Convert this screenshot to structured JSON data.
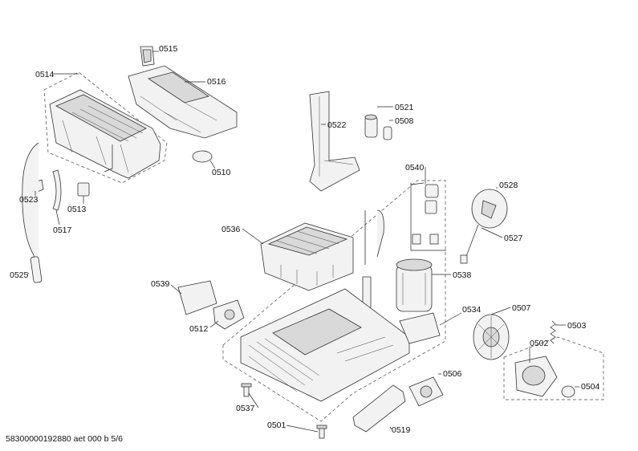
{
  "footer": "58300000192880 aet 000 b 5/6",
  "labels": {
    "p0515": "0515",
    "p0514": "0514",
    "p0516": "0516",
    "p0510": "0510",
    "p0523": "0523",
    "p0513": "0513",
    "p0517": "0517",
    "p0525": "0525",
    "p0521": "0521",
    "p0508": "0508",
    "p0522": "0522",
    "p0540": "0540",
    "p0528": "0528",
    "p0527": "0527",
    "p0536": "0536",
    "p0538": "0538",
    "p0539": "0539",
    "p0512": "0512",
    "p0534": "0534",
    "p0507": "0507",
    "p0503": "0503",
    "p0502": "0502",
    "p0504": "0504",
    "p0506": "0506",
    "p0537": "0537",
    "p0501": "0501",
    "p0519": "0519"
  }
}
